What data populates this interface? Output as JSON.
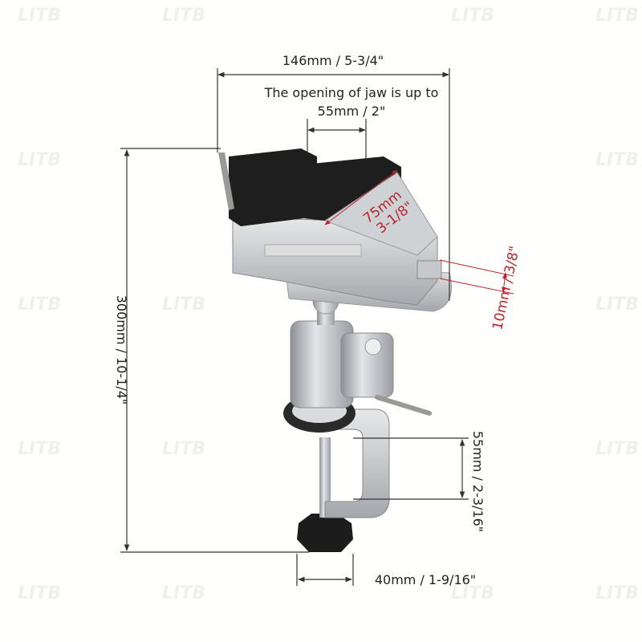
{
  "watermark": "LITB",
  "dimensions": {
    "overall_width": "146mm / 5-3/4\"",
    "jaw_opening_line1": "The opening of jaw is up to",
    "jaw_opening_line2": "55mm / 2\"",
    "jaw_width_line1": "75mm",
    "jaw_width_line2": "3-1/8\"",
    "screw_diameter": "10mm / 3/8\"",
    "overall_height": "300mm / 10-1/4\"",
    "clamp_opening": "55mm / 2-3/16\"",
    "clamp_depth": "40mm / 1-9/16\""
  },
  "colors": {
    "annotation_red": "#b8262b",
    "line": "#333333",
    "jaw": "#1e1e1e",
    "metal": "#b9bcc0"
  }
}
